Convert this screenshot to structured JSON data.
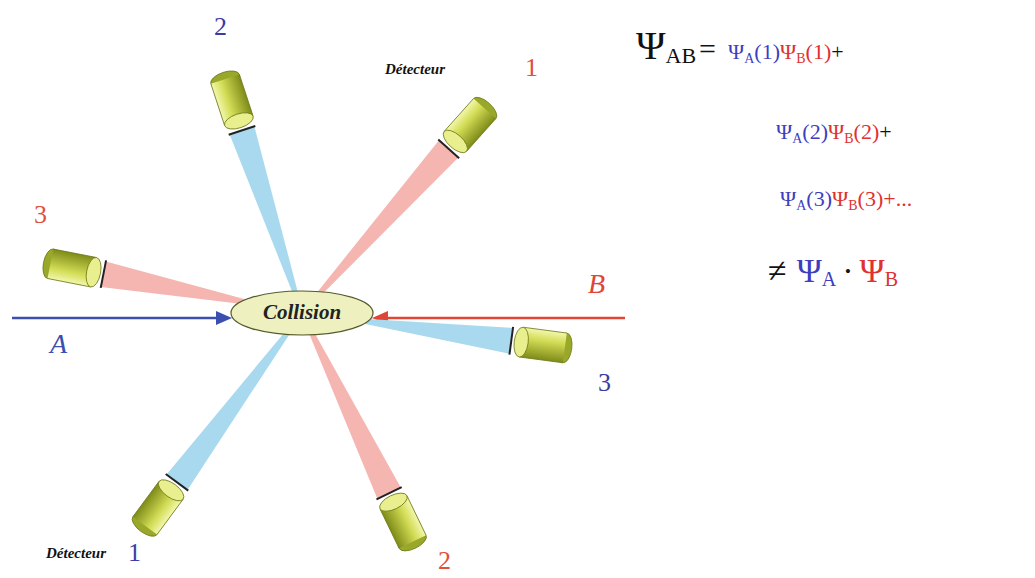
{
  "diagram": {
    "nodes": [
      {
        "text": [
          "2"
        ]
      },
      {
        "text": [
          "Détecteur",
          "1"
        ]
      },
      {
        "text": [
          "3"
        ]
      },
      {
        "text": [
          "Collision"
        ]
      },
      {
        "text": [
          "3"
        ]
      },
      {
        "text": [
          "Détecteur",
          "1"
        ]
      },
      {
        "text": [
          "2"
        ]
      }
    ],
    "edges": [
      {
        "from": 3,
        "to": 0,
        "arrow": "none"
      },
      {
        "from": 3,
        "to": 1,
        "arrow": "none"
      },
      {
        "from": 3,
        "to": 2,
        "arrow": "none"
      },
      {
        "from": 3,
        "to": 4,
        "arrow": "none"
      },
      {
        "from": 3,
        "to": 5,
        "arrow": "none"
      },
      {
        "from": 3,
        "to": 6,
        "arrow": "none"
      }
    ],
    "labels": [
      "A",
      "B",
      "Ψ",
      "AB",
      "=",
      "Ψ",
      "A",
      "(1)",
      "Ψ",
      "B",
      "(1)",
      "+",
      "Ψ",
      "A",
      "(2)",
      "Ψ",
      "B",
      "(2)",
      "+",
      "Ψ",
      "A",
      "(3)",
      "Ψ",
      "B",
      "(3)",
      "+...",
      "≠",
      "Ψ",
      "A",
      "·",
      "Ψ",
      "B"
    ]
  }
}
